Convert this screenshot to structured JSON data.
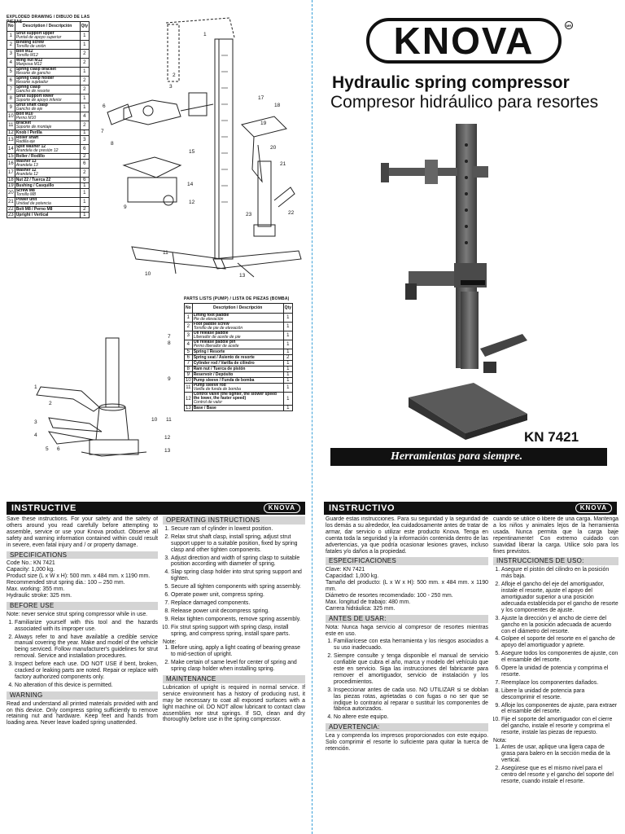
{
  "brand": "KNOVA",
  "mark": "MR",
  "title_en": "Hydraulic spring compressor",
  "title_es": "Compresor hidráulico para resortes",
  "model": "KN 7421",
  "slogan": "Herramientas para siempre.",
  "parts_table": {
    "title": "EXPLODED DRAWING / DIBUJO DE LAS PIEZAS",
    "headers": [
      "No",
      "Description / Descripción",
      "Qty"
    ],
    "rows": [
      {
        "no": "1",
        "en": "Strut support upper",
        "es": "Puntal de apoyo superior",
        "qty": "1"
      },
      {
        "no": "2",
        "en": "Binding screw",
        "es": "Tornillo de unión",
        "qty": "1"
      },
      {
        "no": "3",
        "en": "Bolt M12",
        "es": "Tornillo M12",
        "qty": "2"
      },
      {
        "no": "4",
        "en": "Wing nut M12",
        "es": "Mariposa M12",
        "qty": "2"
      },
      {
        "no": "5",
        "en": "Spring clasp bracket",
        "es": "Resorte de gancho",
        "qty": "1"
      },
      {
        "no": "6",
        "en": "Spring clasp holder",
        "es": "Resorte sujetador",
        "qty": "2"
      },
      {
        "no": "7",
        "en": "Spring clasp",
        "es": "Gancho de resorte",
        "qty": "2"
      },
      {
        "no": "8",
        "en": "Strut support lower",
        "es": "Soporte de apoyo inferior",
        "qty": "1"
      },
      {
        "no": "9",
        "en": "Strut shaft clasp",
        "es": "Gancho de eje",
        "qty": "1"
      },
      {
        "no": "10",
        "en": "Bolt M10",
        "es": "Perno M10",
        "qty": "4"
      },
      {
        "no": "11",
        "en": "Bracket",
        "es": "Soporte de montaje",
        "qty": "2"
      },
      {
        "no": "12",
        "en": "Knob / Perilla",
        "es": "",
        "qty": "1"
      },
      {
        "no": "13",
        "en": "Roller shaft",
        "es": "Radilla eje",
        "qty": "3"
      },
      {
        "no": "14",
        "en": "Split washer 12",
        "es": "Arandela de presión 12",
        "qty": "6"
      },
      {
        "no": "15",
        "en": "Roller / Rodillo",
        "es": "",
        "qty": "2"
      },
      {
        "no": "16",
        "en": "Washer 13",
        "es": "Arandela 13",
        "qty": "6"
      },
      {
        "no": "17",
        "en": "Washer 12",
        "es": "Arandela 12",
        "qty": "2"
      },
      {
        "no": "18",
        "en": "Nut 22 / Tuerca 22",
        "es": "",
        "qty": "6"
      },
      {
        "no": "19",
        "en": "Bushing / Casquillo",
        "es": "",
        "qty": "1"
      },
      {
        "no": "20",
        "en": "Screw M8",
        "es": "Tornillo M8",
        "qty": "1"
      },
      {
        "no": "21",
        "en": "Power unit",
        "es": "Unidad de potencia",
        "qty": "1"
      },
      {
        "no": "22",
        "en": "Bolt M8 / Perno M8",
        "es": "",
        "qty": "2"
      },
      {
        "no": "23",
        "en": "Upright / Vertical",
        "es": "",
        "qty": "1"
      }
    ]
  },
  "pump_table": {
    "title": "PARTS LISTS (PUMP) / LISTA DE PIEZAS (BOMBA)",
    "headers": [
      "No",
      "Description / Descripción",
      "Qty"
    ],
    "rows": [
      {
        "no": "1",
        "en": "Lifting foot paddle",
        "es": "Pie de elevación",
        "qty": "1"
      },
      {
        "no": "2",
        "en": "Foot paddle screw",
        "es": "Tornillo de pie de elevación",
        "qty": "1"
      },
      {
        "no": "3",
        "en": "Oil release paddle",
        "es": "Liberador de aceite de pie",
        "qty": "1"
      },
      {
        "no": "4",
        "en": "Oil release paddle pin",
        "es": "Perno liberador de aceite",
        "qty": "1"
      },
      {
        "no": "5",
        "en": "Spring / Resorte",
        "es": "",
        "qty": "1"
      },
      {
        "no": "6",
        "en": "Spring seat / Asiento de resorte",
        "es": "",
        "qty": "2"
      },
      {
        "no": "7",
        "en": "Cylinder rod / Varilla de cilindro",
        "es": "",
        "qty": "1"
      },
      {
        "no": "8",
        "en": "Ram nut / Tuerca de pistón",
        "es": "",
        "qty": "1"
      },
      {
        "no": "9",
        "en": "Reservoir / Depósito",
        "es": "",
        "qty": "1"
      },
      {
        "no": "10",
        "en": "Pump sleeve / Funda de bomba",
        "es": "",
        "qty": "1"
      },
      {
        "no": "11",
        "en": "Pump sleeve rod",
        "es": "Varilla de funda de bomba",
        "qty": "1"
      },
      {
        "no": "12",
        "en": "Control valve (the tighter, the slower speed the lower, the faster speed)",
        "es": "Control de valor",
        "qty": "1"
      },
      {
        "no": "13",
        "en": "Base / Base",
        "es": "",
        "qty": "1"
      }
    ]
  },
  "instructive_en": {
    "band": "INSTRUCTIVE",
    "intro": "Save these instructions. For your safety and the safety of others around you read carefully before attempting to assemble, service or use your Knova product. Observe all safety and warning information contained within could result in severe, even fatal injury and / or property damage.",
    "specs_head": "SPECIFICATIONS",
    "specs": [
      "Code No.: KN 7421",
      "Capacity: 1,000 kg.",
      "Product size (L x W x H): 500 mm. x 484 mm. x 1190 mm.",
      "Recommended strut spring dia.: 100 – 250 mm.",
      "Max. working: 355 mm.",
      "Hydraulic stroke: 325 mm."
    ],
    "before_head": "BEFORE USE",
    "before_note": "Note: never service strut spring compressor while in use.",
    "before_items": [
      "Familiarize yourself with this tool and the hazards associated with its improper use.",
      "Always refer to and have available a credible service manual covering the year. Make and model of the vehicle being serviced. Follow manufacturer's guidelines for strut removal. Service and installation procedures.",
      "Inspect before each use. DO NOT USE if bent, broken, cracked or leaking parts are noted. Repair or replace with factory authorized components only.",
      "No alteration of this device is permitted."
    ],
    "warning_head": "WARNING",
    "warning_text": "Read and understand all printed materials provided with and on this device. Only compress spring sufficiently to remove retaining nut and hardware. Keep feet and hands from loading area. Never leave loaded spring unattended."
  },
  "operating": {
    "head": "OPERATING INSTRUCTIONS",
    "items": [
      "Secure ram of cylinder in lowest position.",
      "Relax strut shaft clasp, install spring, adjust strut support upper to a suitable position, fixed by spring clasp and other tighten components.",
      "Adjust direction and width of spring clasp to suitable position according with diameter of spring.",
      "Slap spring clasp holder into strut spring support and tighten.",
      "Secure all tighten components with spring assembly.",
      "Operate power unit, compress spring.",
      "Replace damaged components.",
      "Release power unit decompress spring.",
      "Relax tighten components, remove spring assembly.",
      "Fix strut spring support with spring clasp, install spring, and compress spring, install spare parts."
    ],
    "note": "Note:",
    "notes": [
      "Before using, apply a light coating of bearing grease to mid-section of upright.",
      "Make certain of same level for center of spring and spring clasp holder when installing spring."
    ],
    "maint_head": "MAINTENANCE",
    "maint_text": "Lubrication of upright is required in normal service. If service environment has a history of producing rust, it may be necessary to coat all exposed surfaces with a light machine oil. DO NOT allow lubricant to contact claw assemblies nor strut springs. If SO, clean and dry thoroughly before use in the spring compressor."
  },
  "instructive_es": {
    "band": "INSTRUCTIVO",
    "intro": "Guarde estas instrucciones. Para su seguridad y la seguridad de los demás a su alrededor, lea cuidadosamente antes de tratar de armar, dar servicio o utilizar este producto Knova. Tenga en cuenta toda la seguridad y la información contenida dentro de las advertencias, ya que podría ocasionar lesiones graves, incluso fatales y/o daños a la propiedad.",
    "specs_head": "ESPECIFICACIONES",
    "specs": [
      "Clave: KN 7421",
      "Capacidad: 1,000 kg.",
      "Tamaño del producto: (L x W x H): 500 mm. x 484 mm. x 1190 mm.",
      "Diámetro de resortes recomendado: 100 - 250 mm.",
      "Max. longitud de trabajo: 480 mm.",
      "Carrera hidráulica: 325 mm."
    ],
    "before_head": "ANTES DE USAR:",
    "before_note": "Nota: Nunca haga servicio al compresor de resortes mientras este en uso.",
    "before_items": [
      "Familiarícese con esta herramienta y los riesgos asociados a su uso inadecuado.",
      "Siempre consulte y tenga disponible el manual de servicio confiable que cubra el año, marca y modelo del vehículo que este en servicio. Siga las instrucciones del fabricante para remover el amortiguador, servicio de instalación y los procedimientos.",
      "Inspeccionar antes de cada uso. NO UTILIZAR si se doblan las piezas rotas, agrietadas o con fugas o no ser que se indique lo contrario al reparar o sustituir los componentes de fábrica autorizados.",
      "No altere este equipo."
    ],
    "warning_head": "ADVERTENCIA:",
    "warning_text": "Lea y comprenda los impresos proporcionados con este equipo. Solo comprimir el resorte lo suficiente para quitar la tuerca de retención."
  },
  "instrucciones": {
    "lead": "cuando se utilice o libere de una carga. Mantenga a los niños y animales lejos de la herramienta usada. Nunca permita que la carga baje repentinamente! Con extremo cuidado con suavidad liberar la carga. Utilice solo para los fines previstos.",
    "head": "INSTRUCCIONES DE USO:",
    "items": [
      "Asegure el pistón del cilindro en la posición más baja.",
      "Afloje el gancho del eje del amortiguador, instale el resorte, ajuste el apoyo del amortiguador superior a una posición adecuada establecida por el gancho de resorte y los componentes de ajuste.",
      "Ajuste la dirección y el ancho de cierre del gancho en la posición adecuada de acuerdo con el diámetro del resorte.",
      "Golpee el soporte del resorte en el gancho de apoyo del amortiguador y apriete.",
      "Asegure todos los componentes de ajuste, con el ensamble del resorte.",
      "Opere la unidad de potencia y comprima el resorte.",
      "Reemplace los componentes dañados.",
      "Libere la unidad de potencia para descomprimir el resorte.",
      "Afloje los componentes de ajuste, para extraer el ensamble del resorte.",
      "Fije el soporte del amortiguador con el cierre del gancho, instale el resorte y comprima el resorte, instale las piezas de repuesto."
    ],
    "note": "Nota:",
    "notes": [
      "Antes de usar, aplique una ligera capa de grasa para balero en la sección media de la vertical.",
      "Asegúrese que es el mismo nivel para el centro del resorte y el gancho del soporte del resorte, cuando instale el resorte."
    ]
  }
}
